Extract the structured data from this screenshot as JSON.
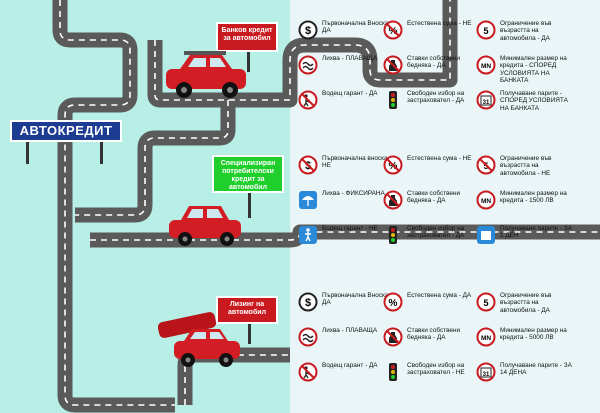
{
  "main_sign": "АВТОКРЕДИТ",
  "sections": [
    {
      "billboard": "Банков кредит за автомобил",
      "billboard_color": "#c81a1f",
      "items": [
        {
          "icon": "dollar-icon",
          "label": "Първоначална Вноска - ДА"
        },
        {
          "icon": "percent-crossed-icon",
          "label": "Естествена сума - НЕ"
        },
        {
          "icon": "age-5-icon",
          "label": "Ограничение във възрастта на автомобила - ДА"
        },
        {
          "icon": "interest-wave-icon",
          "label": "Лихва - ПЛАВАЩА"
        },
        {
          "icon": "no-alcohol-icon",
          "label": "Ставки собствени бедняка - ДА"
        },
        {
          "icon": "min-max-icon",
          "label": "Минимален размер на кредита - СПОРЕД УСЛОВИЯТА НА БАНКАТА"
        },
        {
          "icon": "guarantor-crossed-icon",
          "label": "Водещ гарант - ДА"
        },
        {
          "icon": "traffic-light-icon",
          "label": "Свободен избор на застраховател - ДА"
        },
        {
          "icon": "calendar-31-icon",
          "label": "Получаване парите - СПОРЕД УСЛОВИЯТА НА БАНКАТА"
        }
      ]
    },
    {
      "billboard": "Специализиран потребителски кредит за автомобил",
      "billboard_color": "#1fcf2b",
      "items": [
        {
          "icon": "dollar-crossed-icon",
          "label": "Първоначална вноска - НЕ"
        },
        {
          "icon": "percent-crossed-icon",
          "label": "Естествена сума - НЕ"
        },
        {
          "icon": "age-5-crossed-icon",
          "label": "Ограничение във възрастта на автомобила - НЕ"
        },
        {
          "icon": "umbrella-icon",
          "label": "Лихва - ФИКСИРАНА"
        },
        {
          "icon": "no-alcohol-icon",
          "label": "Ставки собствени бедняка - ДА"
        },
        {
          "icon": "min-max-icon",
          "label": "Минимален размер на кредита - 1500 ЛВ"
        },
        {
          "icon": "pedestrian-icon",
          "label": "Водещ гарант - НЕ"
        },
        {
          "icon": "traffic-light-icon",
          "label": "Свободен избор на застраховател - ДА"
        },
        {
          "icon": "calendar-icon",
          "label": "Получаване парите - ЗА 1 ДЕН"
        }
      ]
    },
    {
      "billboard": "Лизинг на автомобил",
      "billboard_color": "#c81a1f",
      "items": [
        {
          "icon": "dollar-icon",
          "label": "Първоначална Вноска - ДА"
        },
        {
          "icon": "percent-icon",
          "label": "Естествена сума - ДА"
        },
        {
          "icon": "age-5-icon",
          "label": "Ограничение във възрастта на автомобила - ДА"
        },
        {
          "icon": "interest-wave-icon",
          "label": "Лихва - ПЛАВАЩА"
        },
        {
          "icon": "no-alcohol-icon",
          "label": "Ставки собствени бедняка - ДА"
        },
        {
          "icon": "min-max-icon",
          "label": "Минимален размер на кредита - 5000 ЛВ"
        },
        {
          "icon": "guarantor-crossed-icon",
          "label": "Водещ гарант - ДА"
        },
        {
          "icon": "traffic-light-icon",
          "label": "Свободен избор на застраховател - НЕ"
        },
        {
          "icon": "calendar-31-icon",
          "label": "Получаване парите - ЗА 14 ДЕНА"
        }
      ]
    }
  ]
}
